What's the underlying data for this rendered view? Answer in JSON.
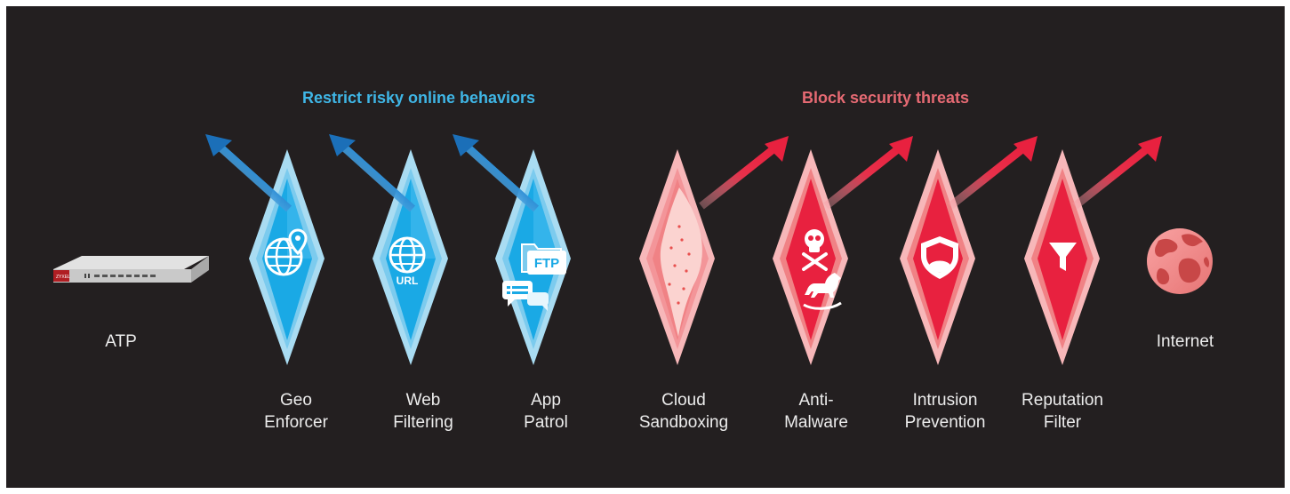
{
  "headings": {
    "left": "Restrict risky online behaviors",
    "right": "Block security threats"
  },
  "endpoints": {
    "device": "ATP",
    "internet": "Internet"
  },
  "device_panel": {
    "brand": "ZYXEL"
  },
  "app_patrol_icon": {
    "badge": "FTP"
  },
  "web_filtering_icon": {
    "badge": "URL"
  },
  "features": [
    {
      "line1": "Geo",
      "line2": "Enforcer",
      "group": "restrict",
      "icon": "geo-pin-globe-icon"
    },
    {
      "line1": "Web",
      "line2": "Filtering",
      "group": "restrict",
      "icon": "url-globe-icon"
    },
    {
      "line1": "App",
      "line2": "Patrol",
      "group": "restrict",
      "icon": "ftp-chat-icon"
    },
    {
      "line1": "Cloud",
      "line2": "Sandboxing",
      "group": "block",
      "icon": "sandbox-icon"
    },
    {
      "line1": "Anti-",
      "line2": "Malware",
      "group": "block",
      "icon": "skull-trojan-horse-icon"
    },
    {
      "line1": "Intrusion",
      "line2": "Prevention",
      "group": "block",
      "icon": "shield-icon"
    },
    {
      "line1": "Reputation",
      "line2": "Filter",
      "group": "block",
      "icon": "funnel-icon"
    }
  ],
  "colors": {
    "background": "#231f20",
    "restrict_heading": "#3fb6e6",
    "block_heading": "#e66a73",
    "restrict_arrow": "#1c7cc4",
    "block_arrow": "#e8213f",
    "label": "#ececec"
  }
}
